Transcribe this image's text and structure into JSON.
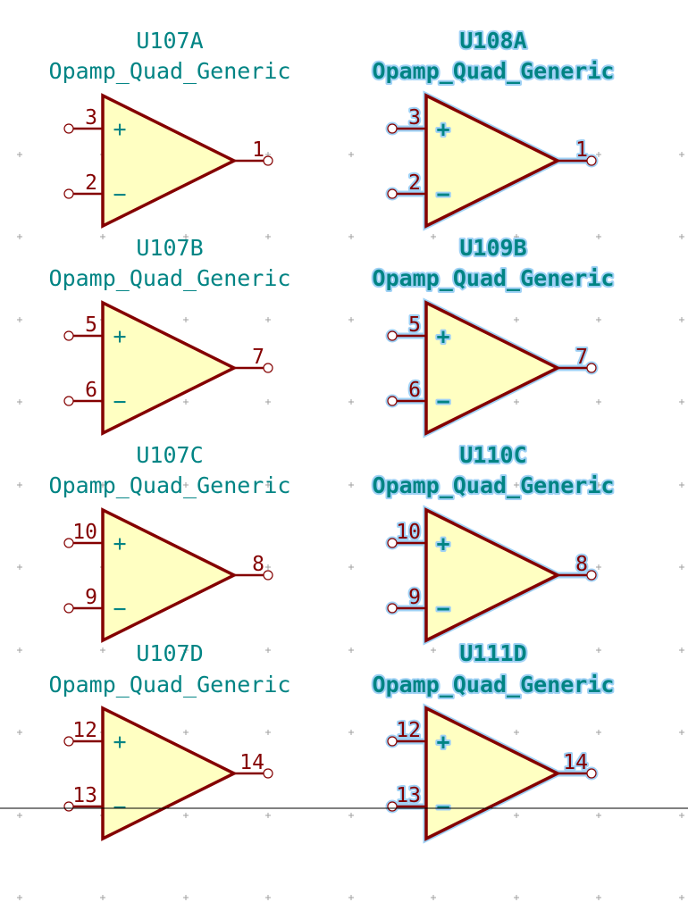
{
  "colors": {
    "body_fill": "#ffffc2",
    "outline": "#840000",
    "text": "#008484",
    "selection_halo": "#9fd1f5",
    "grid": "#a0a0a0"
  },
  "symbols": [
    {
      "reference": "U107A",
      "value": "Opamp_Quad_Generic",
      "pin_plus": "3",
      "pin_minus": "2",
      "pin_out": "1",
      "selected": false
    },
    {
      "reference": "U108A",
      "value": "Opamp_Quad_Generic",
      "pin_plus": "3",
      "pin_minus": "2",
      "pin_out": "1",
      "selected": true
    },
    {
      "reference": "U107B",
      "value": "Opamp_Quad_Generic",
      "pin_plus": "5",
      "pin_minus": "6",
      "pin_out": "7",
      "selected": false
    },
    {
      "reference": "U109B",
      "value": "Opamp_Quad_Generic",
      "pin_plus": "5",
      "pin_minus": "6",
      "pin_out": "7",
      "selected": true
    },
    {
      "reference": "U107C",
      "value": "Opamp_Quad_Generic",
      "pin_plus": "10",
      "pin_minus": "9",
      "pin_out": "8",
      "selected": false
    },
    {
      "reference": "U110C",
      "value": "Opamp_Quad_Generic",
      "pin_plus": "10",
      "pin_minus": "9",
      "pin_out": "8",
      "selected": true
    },
    {
      "reference": "U107D",
      "value": "Opamp_Quad_Generic",
      "pin_plus": "12",
      "pin_minus": "13",
      "pin_out": "14",
      "selected": false
    },
    {
      "reference": "U111D",
      "value": "Opamp_Quad_Generic",
      "pin_plus": "12",
      "pin_minus": "13",
      "pin_out": "14",
      "selected": true
    }
  ],
  "signs": {
    "plus": "+",
    "minus": "−"
  }
}
